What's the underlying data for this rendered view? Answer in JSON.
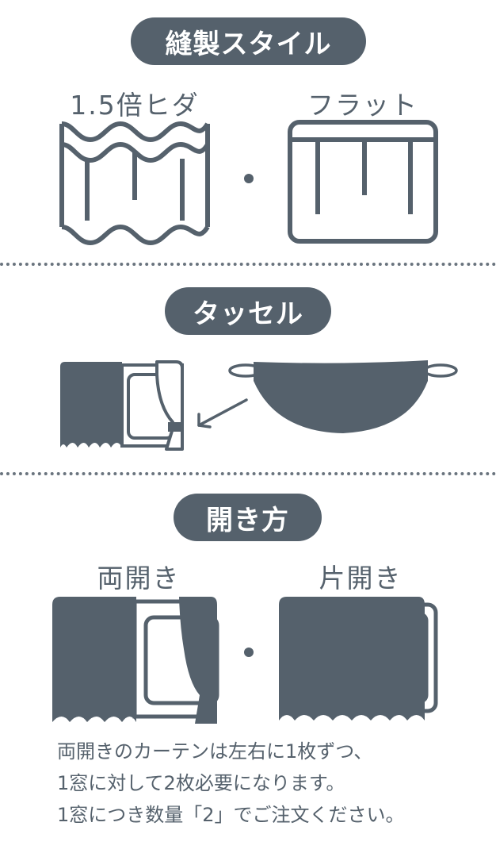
{
  "colors": {
    "primary": "#55616c",
    "background": "#ffffff",
    "pill_text": "#ffffff"
  },
  "sections": [
    {
      "title": "縫製スタイル",
      "options": [
        {
          "label": "1.5倍ヒダ",
          "icon": "pleated-curtain-icon"
        },
        {
          "label": "フラット",
          "icon": "flat-curtain-icon"
        }
      ],
      "separator": "・"
    },
    {
      "title": "タッセル",
      "icons": [
        "tied-curtain-icon",
        "arrow-icon",
        "tassel-icon"
      ]
    },
    {
      "title": "開き方",
      "options": [
        {
          "label": "両開き",
          "icon": "double-open-curtain-icon"
        },
        {
          "label": "片開き",
          "icon": "single-open-curtain-icon"
        }
      ],
      "separator": "・",
      "note": [
        "両開きのカーテンは左右に1枚ずつ、",
        "1窓に対して2枚必要になります。",
        "1窓につき数量「2」でご注文ください。"
      ]
    }
  ]
}
